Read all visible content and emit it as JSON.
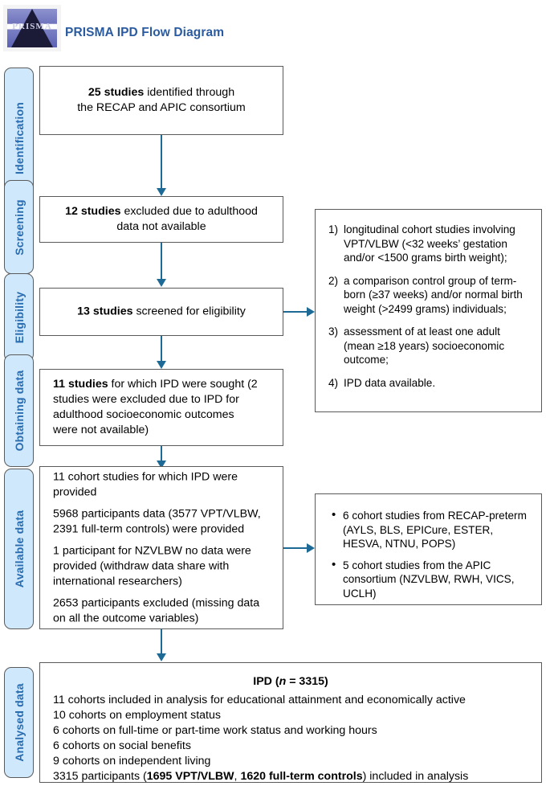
{
  "header": {
    "logo_alt": "PRISMA logo",
    "logo_text": "PRISMA",
    "title": "PRISMA IPD Flow Diagram",
    "title_color": "#2a5ba0"
  },
  "colors": {
    "stage_fill": "#cfe8fb",
    "stage_text": "#2a6cb0",
    "arrow": "#1d6a96",
    "box_border": "#5a5a5a"
  },
  "stages": [
    {
      "label": "Identification"
    },
    {
      "label": "Screening"
    },
    {
      "label": "Eligibility"
    },
    {
      "label": "Obtaining data"
    },
    {
      "label": "Available data"
    },
    {
      "label": "Analysed data"
    }
  ],
  "boxes": {
    "identification": {
      "lines": [
        {
          "bold": "25 studies",
          "rest": " identified through"
        },
        {
          "bold": "",
          "rest": "the RECAP and APIC consortium"
        }
      ]
    },
    "screening": {
      "lines": [
        {
          "bold": "12 studies",
          "rest": " excluded due to adulthood"
        },
        {
          "bold": "",
          "rest": "data not available"
        }
      ]
    },
    "eligibility": {
      "lines": [
        {
          "bold": "13 studies",
          "rest": " screened for eligibility"
        }
      ]
    },
    "obtaining": {
      "lines": [
        {
          "bold": "11 studies",
          "rest": " for which IPD were sought (2"
        },
        {
          "bold": "",
          "rest": "studies were excluded due to IPD for"
        },
        {
          "bold": "",
          "rest": "adulthood socioeconomic outcomes"
        },
        {
          "bold": "",
          "rest": "were not available)"
        }
      ]
    },
    "available": {
      "paragraphs": [
        "11 cohort studies for which IPD were provided",
        "5968 participants data (3577 VPT/VLBW, 2391 full-term controls) were provided",
        "1 participant for NZVLBW no data were provided (withdraw data share with international researchers)",
        "2653 participants excluded (missing data on all the outcome variables)"
      ]
    },
    "criteria": {
      "items": [
        {
          "marker": "1)",
          "text": "longitudinal cohort studies involving VPT/VLBW (<32 weeks’ gestation and/or <1500 grams birth weight);"
        },
        {
          "marker": "2)",
          "text": "a comparison control group of term-born (≥37 weeks) and/or normal birth weight (>2499 grams) individuals;"
        },
        {
          "marker": "3)",
          "text": "assessment of at least one adult (mean ≥18 years) socioeconomic outcome;"
        },
        {
          "marker": "4)",
          "text": "IPD data available."
        }
      ]
    },
    "sources": {
      "items": [
        {
          "marker": "•",
          "text": "6 cohort studies from RECAP-preterm (AYLS, BLS, EPICure, ESTER, HESVA, NTNU, POPS)"
        },
        {
          "marker": "•",
          "text": "5 cohort studies from the APIC consortium (NZVLBW, RWH, VICS, UCLH)"
        }
      ]
    },
    "analysed": {
      "heading_pre": "IPD (",
      "heading_italic": "n",
      "heading_post": " = 3315)",
      "lines": [
        "11 cohorts included in analysis for educational attainment and economically active",
        "10 cohorts on employment status",
        "6 cohorts on full-time or part-time work status and working hours",
        "6 cohorts on social benefits",
        "9 cohorts on independent living"
      ],
      "final_line": {
        "pre": "3315 participants (",
        "bold1": "1695 VPT/VLBW",
        "mid": ", ",
        "bold2": "1620 full-term controls",
        "post": ") included in analysis"
      }
    }
  }
}
